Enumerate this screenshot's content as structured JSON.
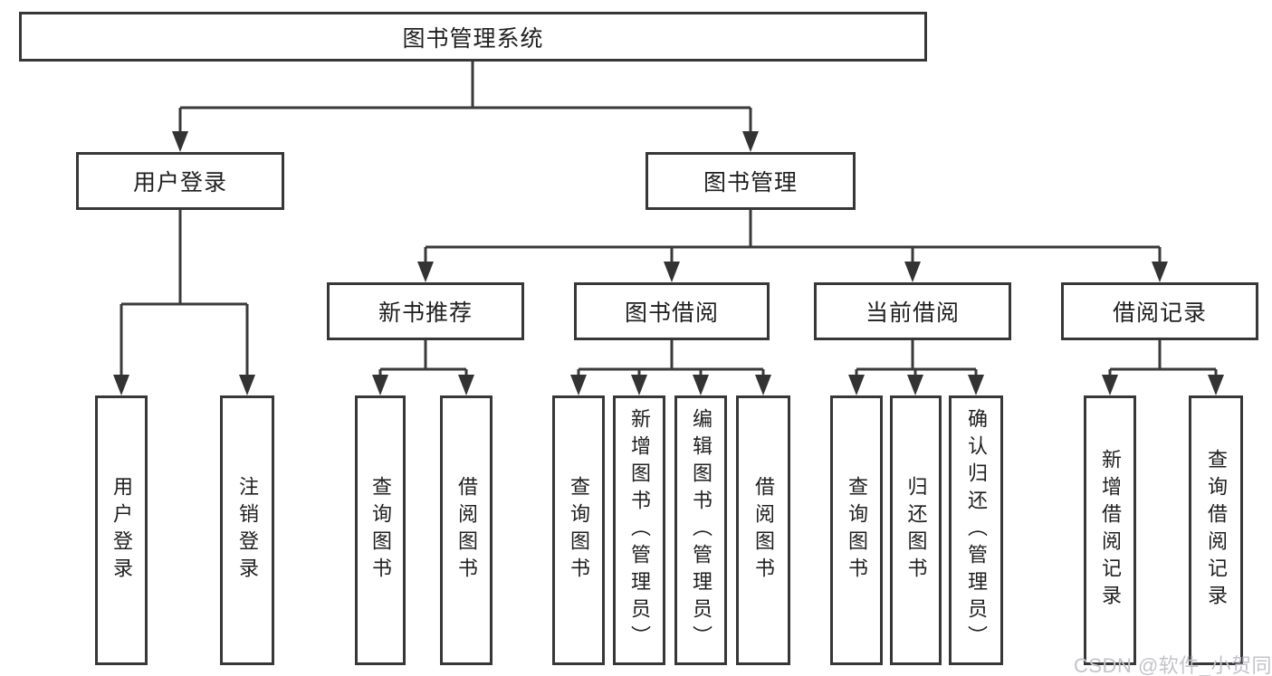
{
  "tree": {
    "root": {
      "label": "图书管理系统"
    },
    "level2": [
      {
        "label": "用户登录",
        "children": [
          {
            "label": "用户登录"
          },
          {
            "label": "注销登录"
          }
        ]
      },
      {
        "label": "图书管理",
        "children": [
          {
            "label": "新书推荐",
            "children": [
              {
                "label": "查询图书"
              },
              {
                "label": "借阅图书"
              }
            ]
          },
          {
            "label": "图书借阅",
            "children": [
              {
                "label": "查询图书"
              },
              {
                "label": "新增图书（管理员）"
              },
              {
                "label": "编辑图书（管理员）"
              },
              {
                "label": "借阅图书"
              }
            ]
          },
          {
            "label": "当前借阅",
            "children": [
              {
                "label": "查询图书"
              },
              {
                "label": "归还图书"
              },
              {
                "label": "确认归还（管理员）"
              }
            ]
          },
          {
            "label": "借阅记录",
            "children": [
              {
                "label": "新增借阅记录"
              },
              {
                "label": "查询借阅记录"
              }
            ]
          }
        ]
      }
    ]
  },
  "watermark": {
    "text": "CSDN @软件_小贺同学"
  },
  "colors": {
    "line": "#3a3a3a",
    "border": "#373737",
    "text": "#1f1f1f",
    "watermark": "#c3c3c9",
    "background": "#ffffff"
  }
}
